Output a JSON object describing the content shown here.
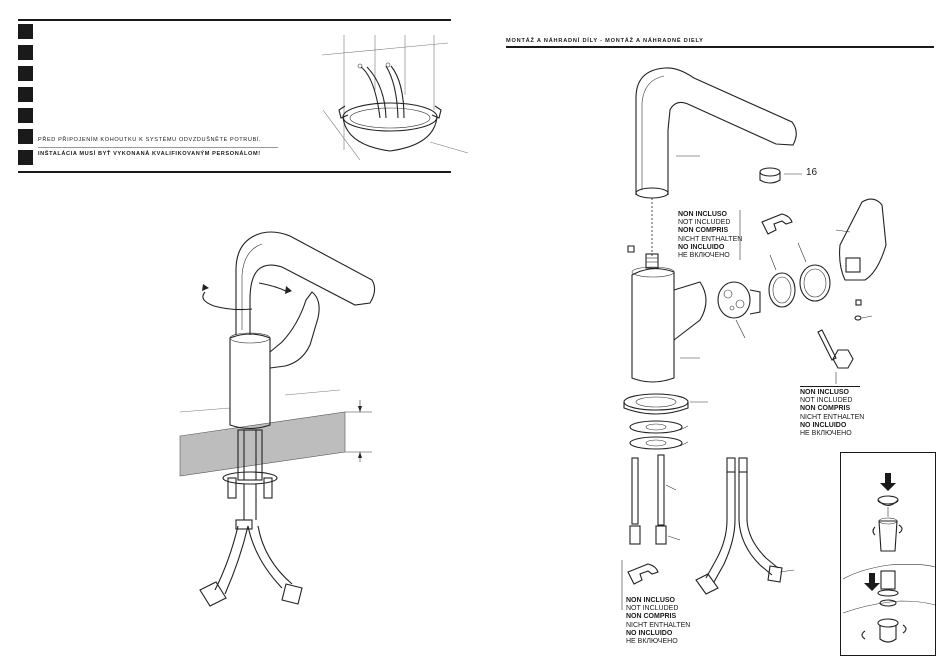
{
  "left_page": {
    "notice_cz": "PŘED PŘIPOJENÍM KOHOUTKU K SYSTÉMU ODVZDUŠNĚTE POTRUBÍ.",
    "notice_sk": "INŠTALÁCIA MUSÍ BYŤ VYKONANÁ KVALIFIKOVANÝM PERSONÁLOM!",
    "step_markers": 7
  },
  "right_page": {
    "section_title": "MONTÁŽ A NÁHRADNÍ DÍLY  -  MONTÁŽ A NÁHRADNÉ DIELY",
    "part_number": "16",
    "not_included": [
      {
        "text": "NON INCLUSO",
        "bold": true
      },
      {
        "text": "NOT INCLUDED",
        "bold": false
      },
      {
        "text": "NON COMPRIS",
        "bold": true
      },
      {
        "text": "NICHT ENTHALTEN",
        "bold": false
      },
      {
        "text": "NO INCLUIDO",
        "bold": true
      },
      {
        "text": "НЕ ВКЛЮЧЕНО",
        "bold": false
      }
    ]
  },
  "colors": {
    "ink": "#1a1a1a",
    "counter_fill": "#bdbdbd"
  }
}
